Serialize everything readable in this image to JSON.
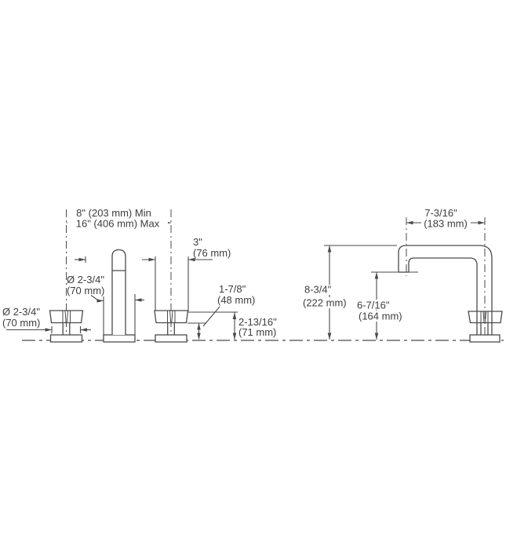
{
  "meta": {
    "title": "Widespread faucet dimension drawing",
    "line_color": "#4a4a4a",
    "text_color": "#3d3d3d",
    "background": "#ffffff"
  },
  "front_view": {
    "spread_min": "8\" (203 mm) Min",
    "spread_max": "16\" (406 mm) Max",
    "handle_top_width": {
      "in": "3\"",
      "mm": "(76 mm)"
    },
    "spout_base_diameter": {
      "in": "Ø 2-3/4\"",
      "mm": "(70 mm)"
    },
    "handle_base_diameter": {
      "in": "Ø 2-3/4\"",
      "mm": "(70 mm)"
    },
    "handle_underside_height": {
      "in": "1-7/8\"",
      "mm": "(48 mm)"
    },
    "handle_height": {
      "in": "2-13/16\"",
      "mm": "(71 mm)"
    }
  },
  "side_view": {
    "spout_reach": {
      "in": "7-3/16\"",
      "mm": "(183 mm)"
    },
    "spout_height": {
      "in": "8-3/4\"",
      "mm": "(222 mm)"
    },
    "outlet_height": {
      "in": "6-7/16\"",
      "mm": "(164 mm)"
    }
  }
}
